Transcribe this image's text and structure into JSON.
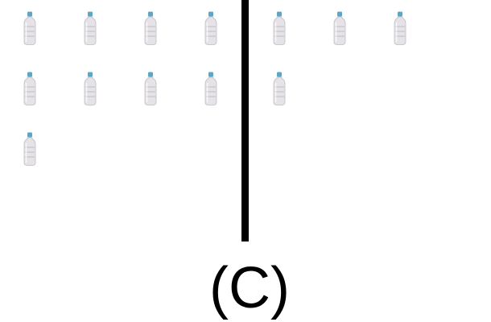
{
  "icons": {
    "bottle": "water-bottle-icon"
  },
  "colors": {
    "bottle_cap": "#5aa7c7",
    "bottle_body": "#e6e3e8",
    "bottle_shadow": "#bfbcc2",
    "divider": "#000000",
    "label": "#000000"
  },
  "groups": {
    "left": {
      "count": 9
    },
    "right": {
      "count": 4
    }
  },
  "label": "(C)"
}
